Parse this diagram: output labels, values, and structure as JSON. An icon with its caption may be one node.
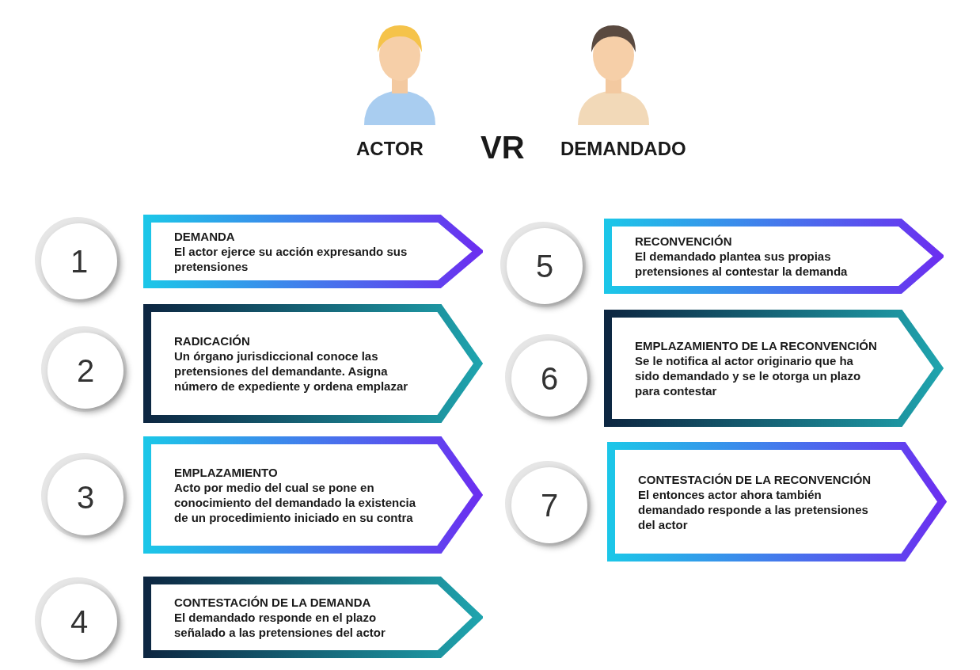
{
  "diagram": {
    "nodes": [
      {
        "text": [
          "1"
        ]
      },
      {
        "text": [
          "DEMANDA",
          "El actor ejerce su acción expresando sus pretensiones"
        ]
      },
      {
        "text": [
          "2"
        ]
      },
      {
        "text": [
          "RADICACIÓN",
          "Un órgano jurisdiccional conoce las pretensiones del demandante. Asigna número de expediente y ordena emplazar"
        ]
      },
      {
        "text": [
          "3"
        ]
      },
      {
        "text": [
          "EMPLAZAMIENTO",
          "Acto por medio del cual se pone en conocimiento del demandado la existencia de un procedimiento iniciado en su contra"
        ]
      },
      {
        "text": [
          "4"
        ]
      },
      {
        "text": [
          "CONTESTACIÓN DE LA DEMANDA",
          "El demandado responde en el plazo señalado a las pretensiones del actor"
        ]
      },
      {
        "text": [
          "5"
        ]
      },
      {
        "text": [
          "RECONVENCIÓN",
          "El demandado plantea sus propias pretensiones al contestar la demanda"
        ]
      },
      {
        "text": [
          "6"
        ]
      },
      {
        "text": [
          "EMPLAZAMIENTO DE LA RECONVENCIÓN",
          "Se le notifica al actor originario que ha sido demandado y se le otorga un plazo para contestar"
        ]
      },
      {
        "text": [
          "7"
        ]
      },
      {
        "text": [
          "CONTESTACIÓN DE LA RECONVENCIÓN",
          "El entonces actor ahora también demandado responde a las pretensiones del actor"
        ]
      }
    ],
    "labels": [
      "ACTOR",
      "VR",
      "DEMANDADO"
    ]
  }
}
